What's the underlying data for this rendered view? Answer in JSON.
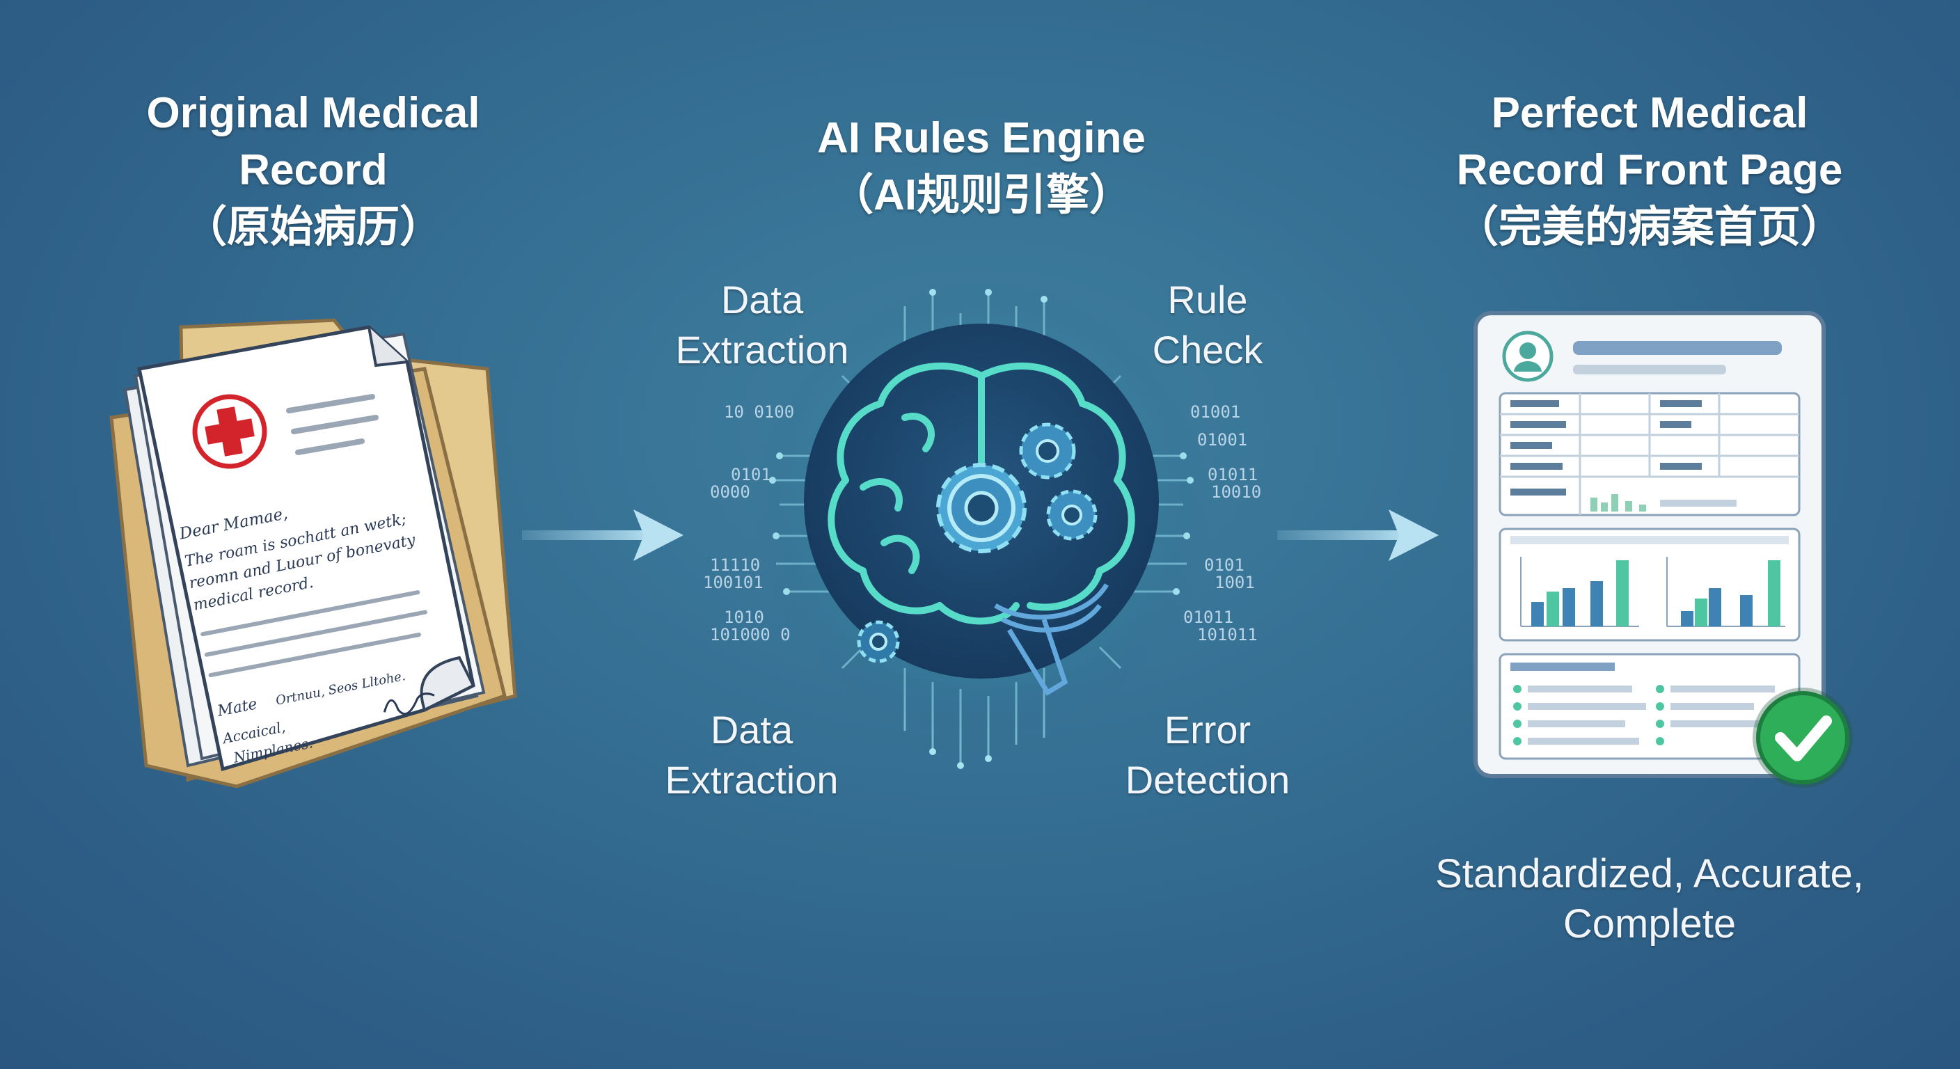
{
  "left": {
    "title_lines": [
      "Original Medical",
      "Record",
      "（原始病历）"
    ],
    "handwriting": [
      "Dear Mamae,",
      "The roam is sochatt an wetk;",
      "reomn and Luour of bonevaty",
      "medical record.",
      "Mate",
      "Ortnuu, Seos Lltohe.",
      "Accaical,",
      "Nimplanes."
    ]
  },
  "center": {
    "title_lines": [
      "AI Rules Engine",
      "（AI规则引擎）"
    ],
    "labels": {
      "top_left": [
        "Data",
        "Extraction"
      ],
      "top_right": [
        "Rule",
        "Check"
      ],
      "bottom_left": [
        "Data",
        "Extraction"
      ],
      "bottom_right": [
        "Error",
        "Detection"
      ]
    },
    "binary_left": [
      "10 0100",
      "0101",
      "0000",
      "11110",
      "100101",
      "1010",
      "101000 0"
    ],
    "binary_right": [
      "01001",
      "01011",
      "10010",
      "0101",
      "1001",
      "01011",
      "101011",
      "01001"
    ]
  },
  "right": {
    "title_lines": [
      "Perfect Medical",
      "Record Front Page",
      "（完美的病案首页）"
    ],
    "caption_lines": [
      "Standardized, Accurate,",
      "Complete"
    ]
  },
  "colors": {
    "background": "#356f93",
    "brain_glow": "#4fe3c4",
    "check_green": "#2fae5a",
    "cross_red": "#d4242b",
    "arrow": "#9fd3ea"
  },
  "icons": [
    "medical-cross-icon",
    "brain-icon",
    "gear-icon",
    "user-avatar-icon",
    "checkmark-icon",
    "arrow-right-icon"
  ]
}
